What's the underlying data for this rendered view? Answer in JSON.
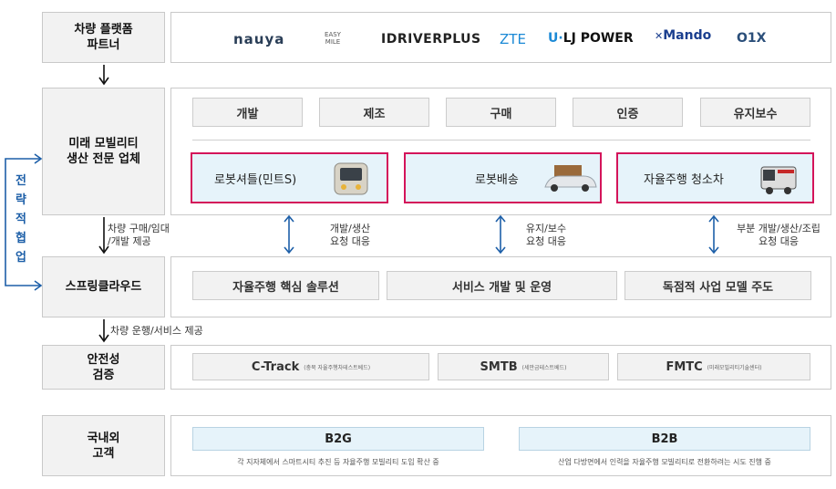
{
  "rows": {
    "partners_label": "차량 플랫폼\n파트너",
    "producer_label": "미래 모빌리티\n생산 전문 업체",
    "spring_label": "스프링클라우드",
    "safety_label": "안전성\n검증",
    "customers_label": "국내외\n고객"
  },
  "partners": [
    {
      "name": "nauya",
      "icon": "navya-wordmark",
      "color": "#2a3e57"
    },
    {
      "name": "EASY MILE",
      "icon": "easymile-wordmark",
      "color": "#555555"
    },
    {
      "name": "IDRIVERPLUS",
      "icon": "idriverplus-wordmark",
      "color": "#222222"
    },
    {
      "name": "ZTE",
      "icon": "zte-wordmark",
      "color": "#1c8ad6"
    },
    {
      "name": "LJ POWER",
      "icon": "ljpower-wordmark",
      "color": "#111111"
    },
    {
      "name": "Mando",
      "icon": "mando-wordmark",
      "color": "#1b3f8f"
    },
    {
      "name": "O1X",
      "icon": "o1x-wordmark",
      "color": "#2b4f7a"
    }
  ],
  "producer": {
    "chips": [
      "개발",
      "제조",
      "구매",
      "인증",
      "유지보수"
    ],
    "products": [
      {
        "label": "로봇셔틀(민트S)",
        "icon": "shuttle-vehicle-icon"
      },
      {
        "label": "로봇배송",
        "icon": "delivery-robot-icon"
      },
      {
        "label": "자율주행 청소차",
        "icon": "cleaning-truck-icon"
      }
    ]
  },
  "side_label": [
    "전",
    "략",
    "적",
    "협",
    "업"
  ],
  "arrows": {
    "partners_to_producer": "",
    "producer_to_spring": "차량 구매/임대\n/개발 제공",
    "spring_to_safety": "차량 운행/서비스 제공",
    "links": [
      "개발/생산\n요청 대응",
      "유지/보수\n요청 대응",
      "부분 개발/생산/조립\n요청 대응"
    ]
  },
  "spring": {
    "chips": [
      "자율주행 핵심 솔루션",
      "서비스 개발 및 운영",
      "독점적 사업 모델 주도"
    ]
  },
  "safety": {
    "items": [
      {
        "name": "C-Track",
        "note": "(충북 자율주행차테스트베드)"
      },
      {
        "name": "SMTB",
        "note": "(세만금테스트베드)"
      },
      {
        "name": "FMTC",
        "note": "(미래모빌리티기술센터)"
      }
    ]
  },
  "customers": {
    "items": [
      {
        "head": "B2G",
        "desc": "각 지자체에서 스마트시티 추진 등 자율주행 모빌리티 도입 확산 중"
      },
      {
        "head": "B2B",
        "desc": "산업 다방면에서 인력을 자율주행 모빌리티로 전환하려는 시도 진행 중"
      }
    ]
  },
  "colors": {
    "accent_red": "#d4145a",
    "arrow_blue": "#1d5fa8",
    "highlight_blue": "#e6f3fa"
  }
}
